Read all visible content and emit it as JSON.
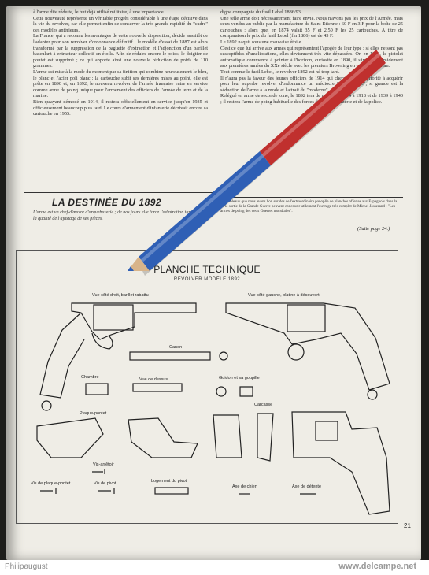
{
  "left_column_text": "à l'arme dite réduite, le but déjà utilisé militaire, à une importance.\nCette nouveauté représente un véritable progrès considérable à une étape décisive dans la vie du revolver, car elle permet enfin de conserver la très grande rapidité du \"cadre\" des modèles antérieurs.\nLa France, qui a reconnu les avantages de cette nouvelle disposition, décide aussitôt de l'adapter pour son revolver d'ordonnance définitif : le modèle d'essai de 1887 est alors transformé par la suppression de la baguette d'extraction et l'adjonction d'un barillet basculant à extracteur collectif en étoile. Afin de réduire encore le poids, le doigtier de pontet est supprimé ; ce qui apporte ainsi une nouvelle réduction de poids de 110 grammes.\nL'arme est mise à la mode du moment par sa finition qui combine heureusement le bleu, le blanc et l'acier poli blanc ; la cartouche subit ses dernières mises au point, elle est prête en 1890 et, en 1892, le nouveau revolver de l'armée française entre en service comme arme de poing unique pour l'armement des officiers de l'armée de terre et de la marine.\nBien qu'ayant démodé en 1914, il restera officiellement en service jusqu'en 1935 et officieusement beaucoup plus tard. Le cours d'armement d'infanterie décrivait encore sa cartouche en 1955.",
  "right_column_text": "digne compagnie du fusil Lebel 1886/93.\nUne telle arme doit nécessairement faire envie. Nous n'avons pas les prix de l'Armée, mais ceux vendus au public par la manufacture de Saint-Étienne : 60 F en 3 F pour la boîte de 25 cartouches ; alors que, en 1874 valait 35 F et 2,50 F les 25 cartouches. À titre de comparaison le prix du fusil Lebel (fin 1886) est de 43 F.\nLe 1892 naquit sous une mauvaise étoile\nC'est ce que lui arrive aux armes qui représentent l'apogée de leur type ; si elles ne sont pas susceptibles d'améliorations, elles deviennent très vite dépassées. Or, en 1892, le pistolet automatique commence à pointer à l'horizon, curiosité en 1890, il s'implante timidement aux premières années du XXe siècle avec les premiers Browning en calibre 7,65 mm.\nTout comme le fusil Lebel, le revolver 1892 est né trop tard.\nIl n'aura pas la faveur des jeunes officiers de 1914 qui chercheront en priorité à acquérir pour leur superbe revolver d'ordonnance un médiocre \"automatique\", si grande est la séduction de l'arme à la mode et l'attrait du \"moderne\".\nRelégué en arme de seconde zone, le 1892 tera de même en 1914 à 1918 et de 1939 à 1940 ; il restera l'arme de poing habituelle des forces de la Gendarmerie et de la police.",
  "heading": "LA DESTINÉE DU 1892",
  "intro_text": "L'arme est un chef-d'œuvre d'arquebuserie ; de nos jours elle force l'admiration tant pour la qualité de l'ajustage de ses pièces.",
  "caption_text": "Les tableaux que nous avons bon sur des de l'extraordinaire panoplie de planches offertes aux Espagnols dans la série sortie de la Grande Guerre peuvent concourir utilement l'ouvrage très complet de Michel Josserand : \"Les armes de poing des deux Guerres mondiales\".",
  "suite": "(Suite page 24.)",
  "plate": {
    "title": "PLANCHE TECHNIQUE",
    "subtitle": "REVOLVER MODÈLE 1892",
    "labels": {
      "right_side_view": "Vue côté droit, barillet rabattu",
      "left_side_view": "Vue côté gauche, platine à découvert",
      "barrel": "Canon",
      "cylinder": "Chambre",
      "top_view": "Vue de dessus",
      "front_sight": "Guidon et sa goupille",
      "trigger_guard_plate": "Plaque-pontet",
      "frame": "Carcasse",
      "stop_screw": "Vis-arrêtoir",
      "plate_screw": "Vis de plaque-pontet",
      "pivot_screw": "Vis de pivot",
      "pivot_housing": "Logement du pivot",
      "hammer_axis": "Axe de chien",
      "trigger_axis": "Axe de détente"
    },
    "page_number": "21"
  },
  "watermark": {
    "left": "Philipaugust",
    "right": "www.delcampe.net"
  },
  "colors": {
    "paper": "#efede6",
    "pencil_red": "#c0302e",
    "pencil_blue": "#2f5fb5",
    "background": "#1d1d1b"
  }
}
